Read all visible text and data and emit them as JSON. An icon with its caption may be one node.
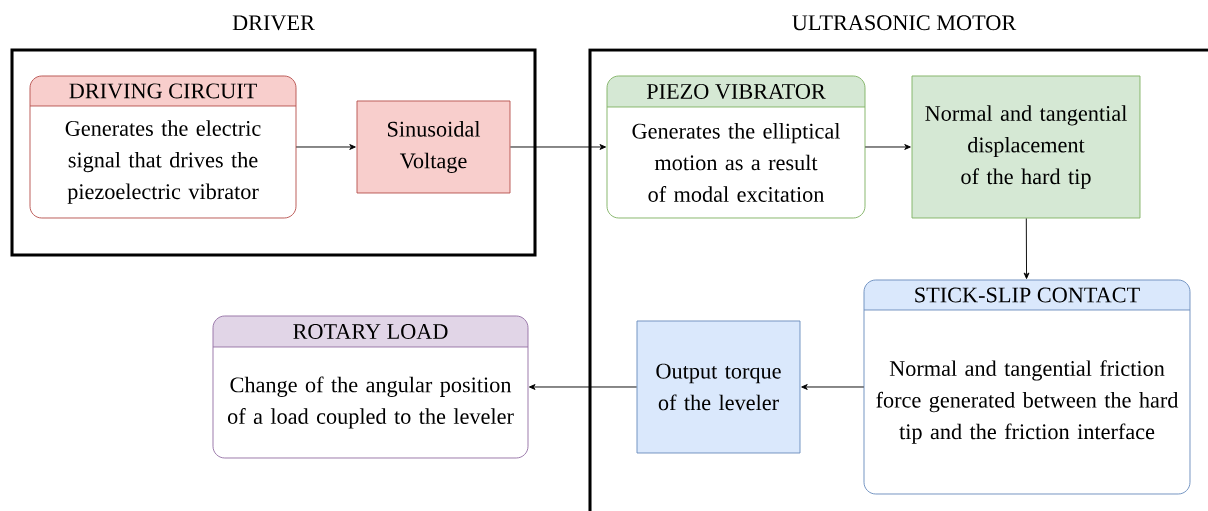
{
  "diagram": {
    "nodes": [
      {
        "text": [
          "DRIVER"
        ]
      },
      {
        "text": [
          "DRIVING CIRCUIT",
          "Generates the electric signal that drives the piezoelectric vibrator"
        ],
        "in": 0
      },
      {
        "text": [
          "Sinusoidal Voltage"
        ],
        "in": 0
      },
      {
        "text": [
          "ULTRASONIC MOTOR"
        ]
      },
      {
        "text": [
          "PIEZO VIBRATOR",
          "Generates the elliptical motion as a result of modal excitation"
        ],
        "in": 3
      },
      {
        "text": [
          "Normal and tangential displacement of the hard tip"
        ],
        "in": 3
      },
      {
        "text": [
          "STICK-SLIP CONTACT",
          "Normal and tangential friction force generated between the hard tip and the friction interface"
        ],
        "in": 3
      },
      {
        "text": [
          "Output torque of the leveler"
        ],
        "in": 3
      },
      {
        "text": [
          "ROTARY LOAD",
          "Change of the angular position of a load coupled to the leveler"
        ]
      }
    ],
    "edges": [
      {
        "from": 1,
        "to": 2,
        "arrow": "to"
      },
      {
        "from": 2,
        "to": 4,
        "arrow": "to"
      },
      {
        "from": 4,
        "to": 5,
        "arrow": "to"
      },
      {
        "from": 5,
        "to": 6,
        "arrow": "to"
      },
      {
        "from": 6,
        "to": 7,
        "arrow": "to"
      },
      {
        "from": 7,
        "to": 8,
        "arrow": "to"
      }
    ]
  }
}
